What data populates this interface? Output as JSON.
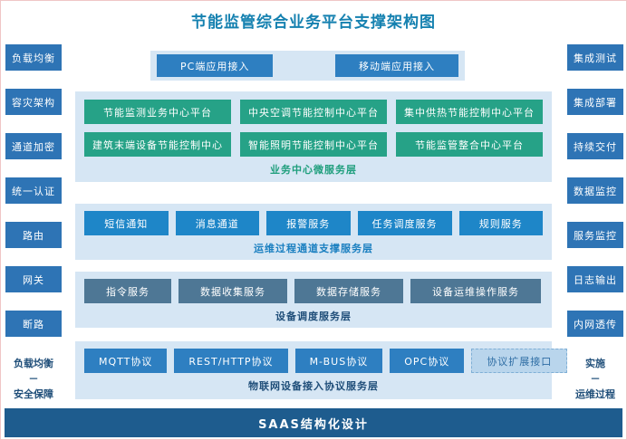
{
  "title": "节能监管综合业务平台支撑架构图",
  "left_sidebar": {
    "items": [
      "负载均衡",
      "容灾架构",
      "通道加密",
      "统一认证",
      "路由",
      "网关",
      "断路"
    ],
    "footer_top": "负载均衡",
    "footer_dash": "－",
    "footer_bottom": "安全保障"
  },
  "right_sidebar": {
    "items": [
      "集成测试",
      "集成部署",
      "持续交付",
      "数据监控",
      "服务监控",
      "日志输出",
      "内网透传"
    ],
    "footer_top": "实施",
    "footer_dash": "－",
    "footer_bottom": "运维过程"
  },
  "access_layer": {
    "pc": "PC端应用接入",
    "mobile": "移动端应用接入"
  },
  "business_layer": {
    "row1": [
      "节能监测业务中心平台",
      "中央空调节能控制中心平台",
      "集中供热节能控制中心平台"
    ],
    "row2": [
      "建筑末端设备节能控制中心",
      "智能照明节能控制中心平台",
      "节能监管整合中心平台"
    ],
    "label": "业务中心微服务层"
  },
  "channel_layer": {
    "items": [
      "短信通知",
      "消息通道",
      "报警服务",
      "任务调度服务",
      "规则服务"
    ],
    "label": "运维过程通道支撑服务层"
  },
  "device_layer": {
    "items": [
      "指令服务",
      "数据收集服务",
      "数据存储服务",
      "设备运维操作服务"
    ],
    "label": "设备调度服务层"
  },
  "protocol_layer": {
    "items": [
      "MQTT协议",
      "REST/HTTP协议",
      "M-BUS协议",
      "OPC协议"
    ],
    "extension": "协议扩展接口",
    "label": "物联网设备接入协议服务层"
  },
  "footer_bar": "SAAS结构化设计",
  "colors": {
    "title": "#1581b0",
    "sidebar_box": "#2e74b5",
    "green_box": "#26a287",
    "blue_box": "#1e86c8",
    "slate_box": "#4e7795",
    "protocol_box": "#2e7fc1",
    "extension_box": "#b9d5ec",
    "panel_bg": "#d6e6f4",
    "footer_bar_bg": "#1e5c8e"
  }
}
